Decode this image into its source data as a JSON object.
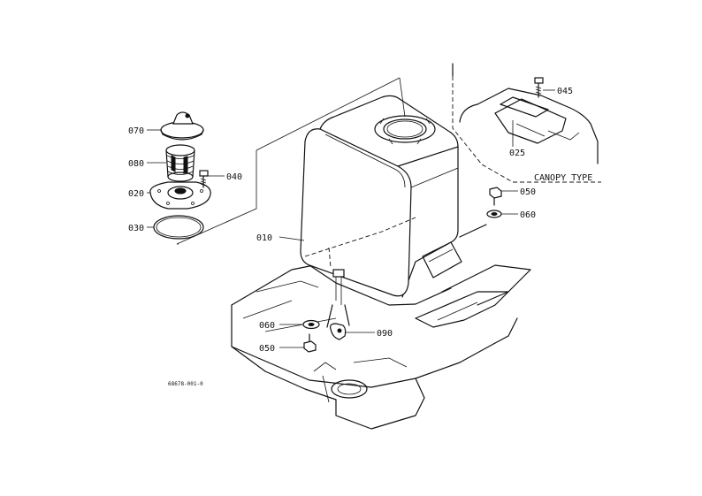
{
  "labels": {
    "p010": "010",
    "p020": "020",
    "p025": "025",
    "p030": "030",
    "p040": "040",
    "p045": "045",
    "p050a": "050",
    "p050b": "050",
    "p060a": "060",
    "p060b": "060",
    "p070": "070",
    "p080": "080",
    "p090": "090"
  },
  "canopy_type": "CANOPY TYPE",
  "drawing_code": "68678-001-0"
}
